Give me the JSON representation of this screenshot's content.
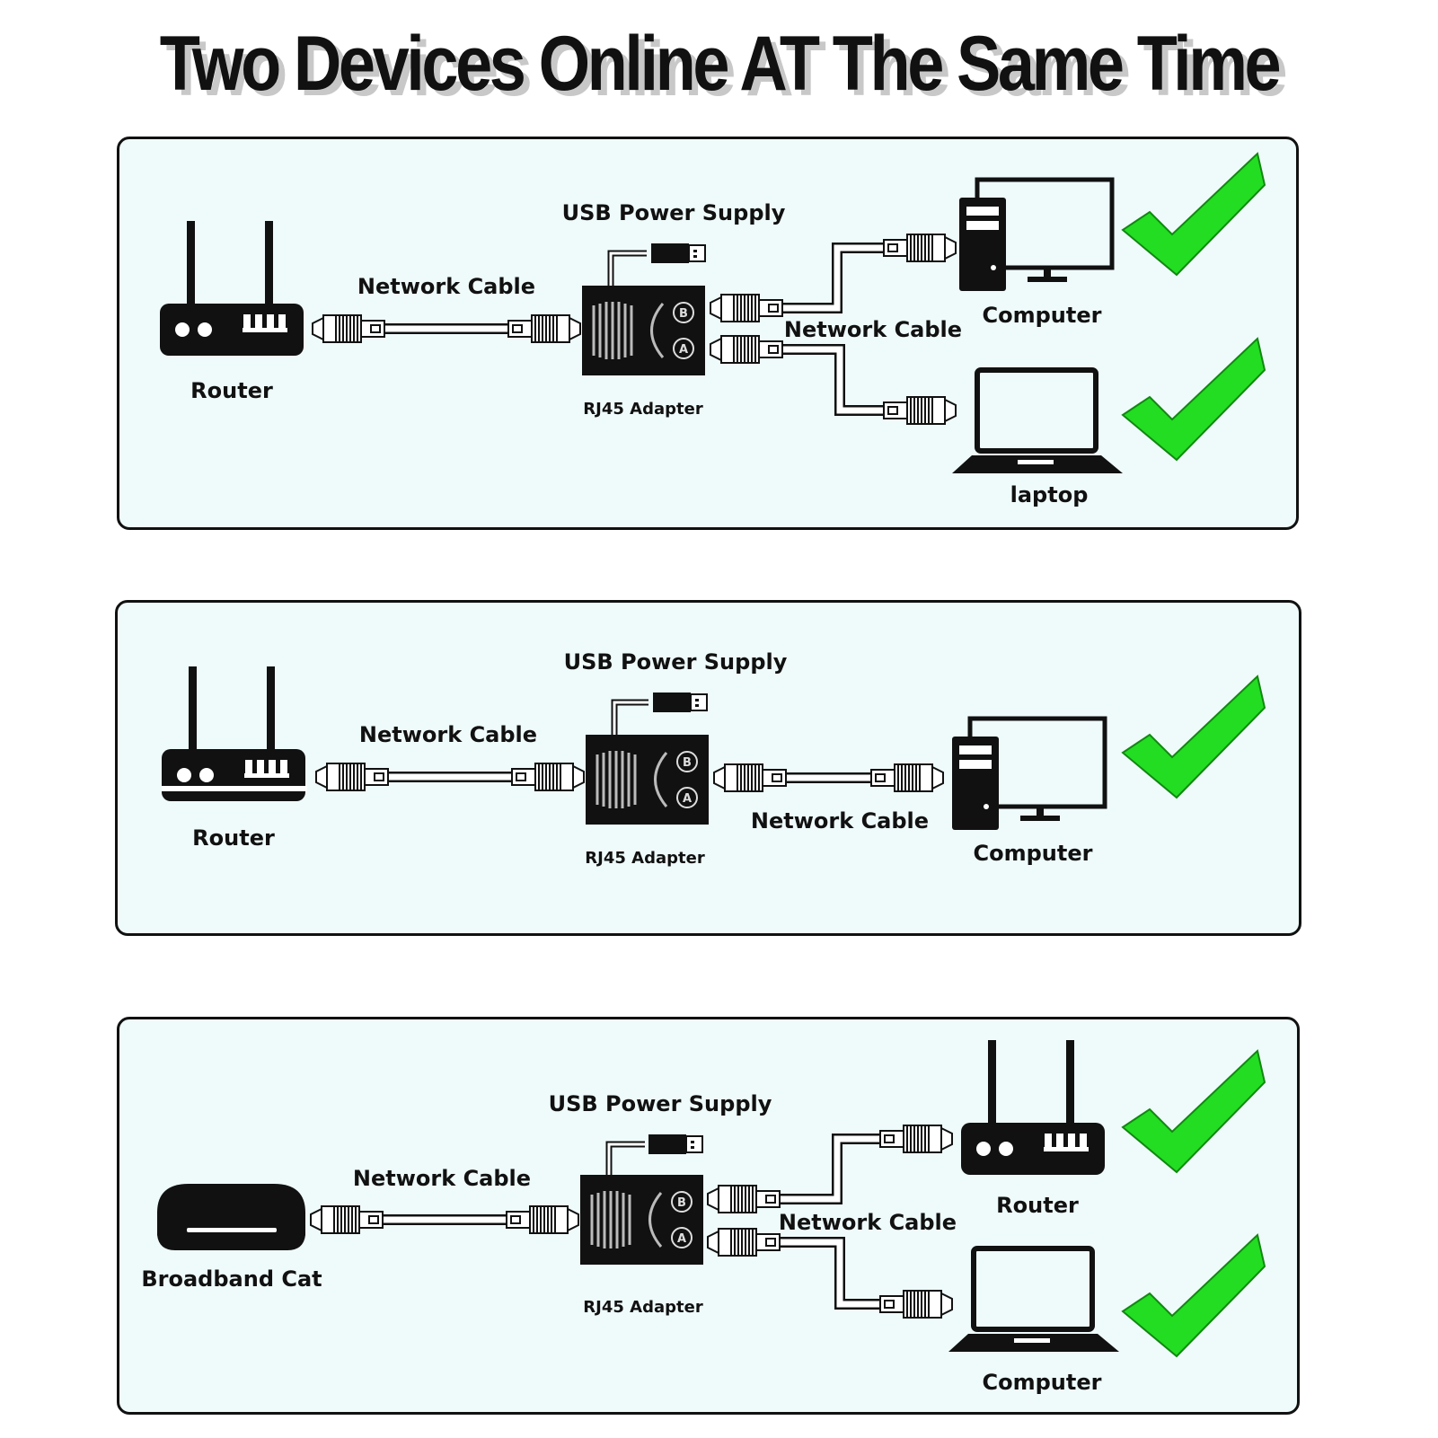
{
  "title": "Two Devices Online AT The Same Time",
  "colors": {
    "panel_bg": "#effafa",
    "check": "#22dd22",
    "device": "#111111",
    "cable": "#ffffff"
  },
  "panels": [
    {
      "labels": {
        "source": "Router",
        "cable_in": "Network Cable",
        "usb": "USB Power Supply",
        "adapter": "RJ45 Adapter",
        "cable_out": "Network Cable",
        "device_a": "Computer",
        "device_b": "laptop"
      },
      "icons": [
        "router-icon",
        "computer-icon",
        "laptop-icon",
        "checkmark-icon"
      ]
    },
    {
      "labels": {
        "source": "Router",
        "cable_in": "Network Cable",
        "usb": "USB Power Supply",
        "adapter": "RJ45 Adapter",
        "cable_out": "Network Cable",
        "device_a": "Computer"
      },
      "icons": [
        "router-icon",
        "computer-icon",
        "checkmark-icon"
      ]
    },
    {
      "labels": {
        "source": "Broadband Cat",
        "cable_in": "Network Cable",
        "usb": "USB Power Supply",
        "adapter": "RJ45 Adapter",
        "cable_out": "Network Cable",
        "device_a": "Router",
        "device_b": "Computer"
      },
      "icons": [
        "modem-icon",
        "router-icon",
        "laptop-icon",
        "checkmark-icon"
      ]
    }
  ]
}
